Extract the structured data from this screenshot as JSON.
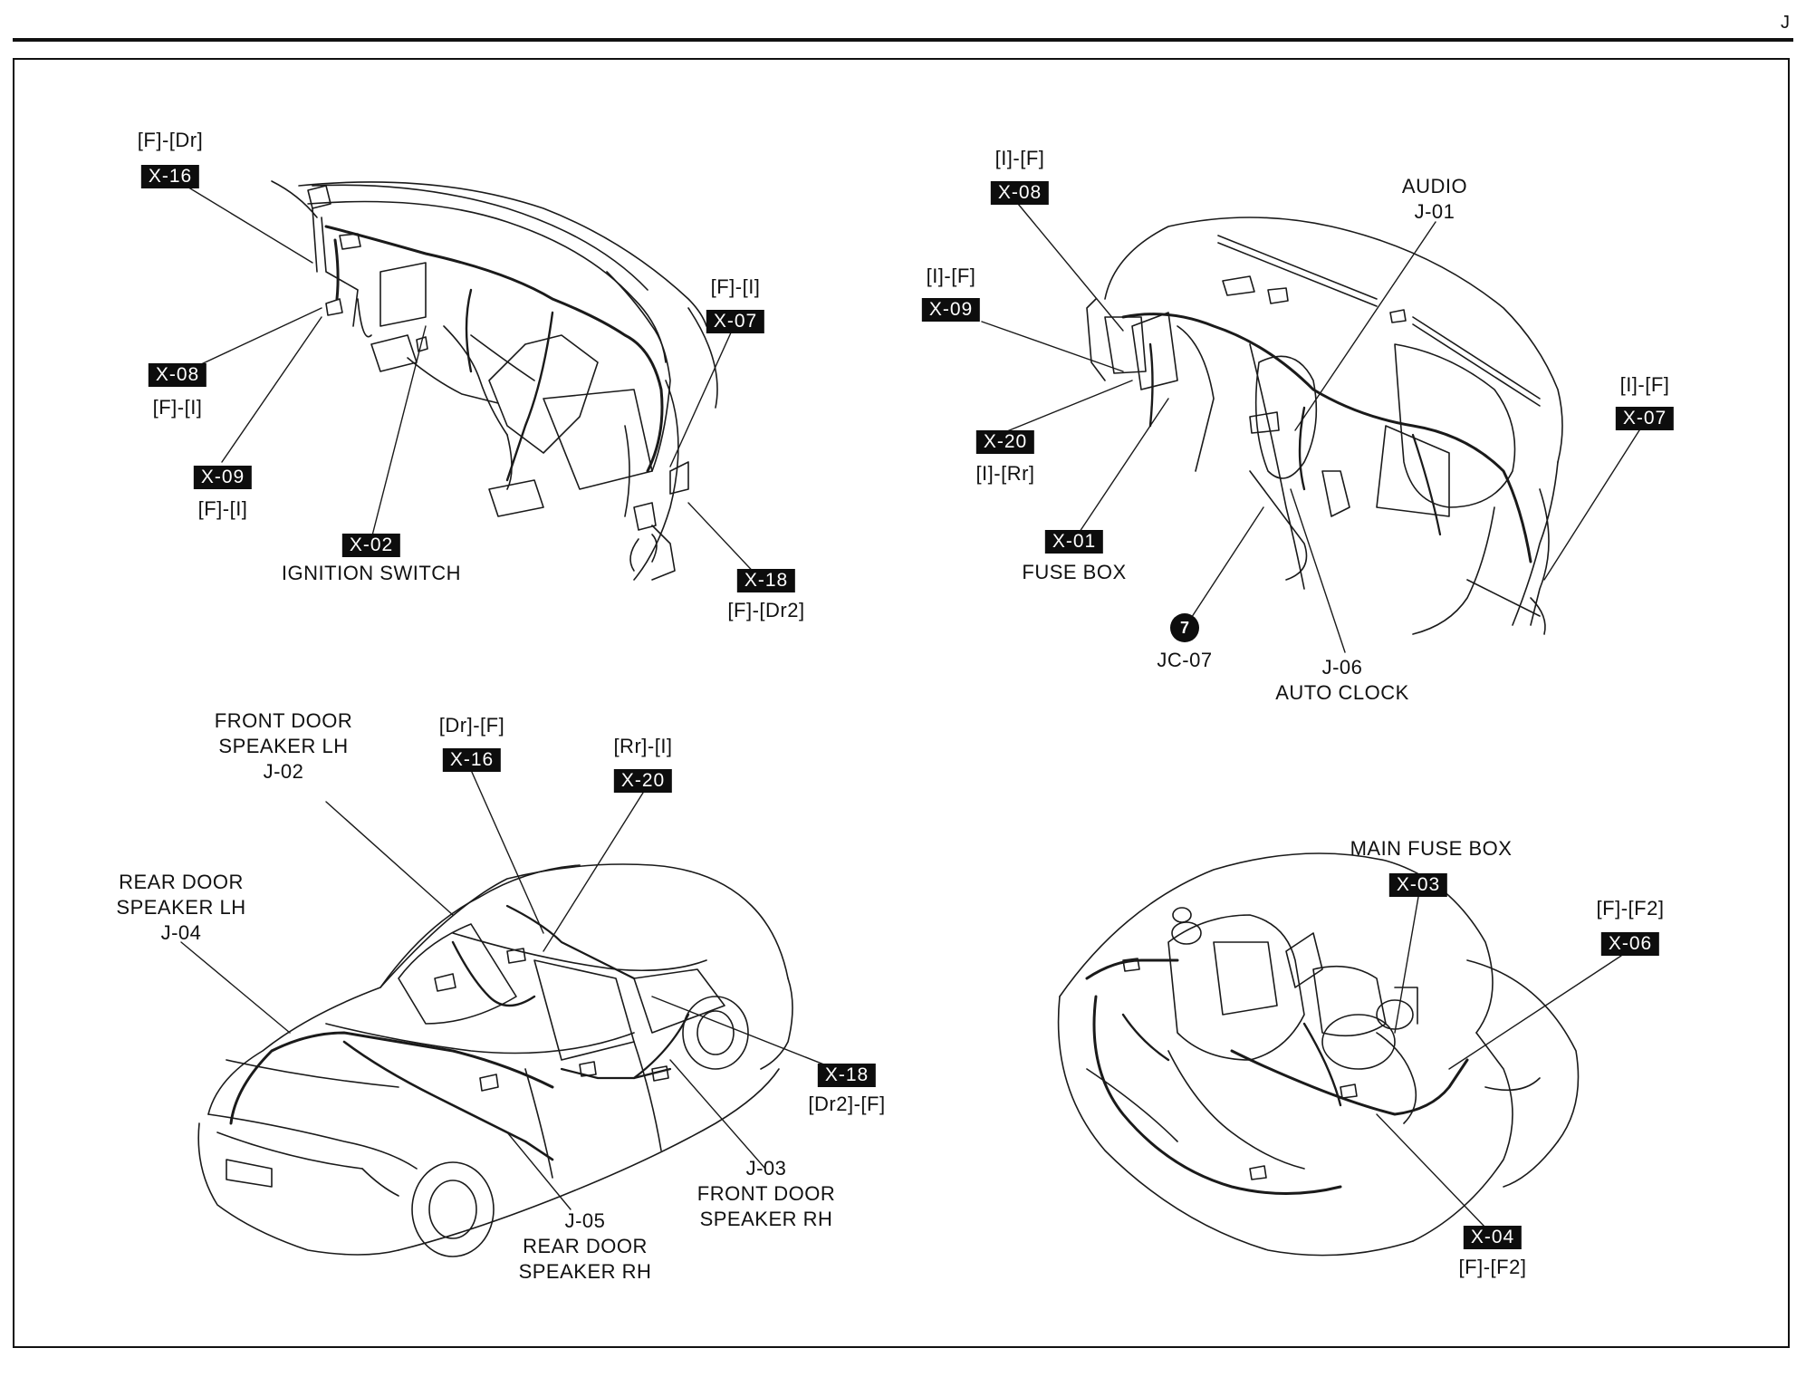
{
  "page_letter": "J",
  "dash": {
    "x16": {
      "code": "X-16",
      "conn": "[F]-[Dr]"
    },
    "x08": {
      "code": "X-08",
      "conn": "[F]-[I]"
    },
    "x09": {
      "code": "X-09",
      "conn": "[F]-[I]"
    },
    "x02": {
      "code": "X-02",
      "name": "IGNITION SWITCH"
    },
    "x07": {
      "code": "X-07",
      "conn": "[F]-[I]"
    },
    "x18": {
      "code": "X-18",
      "conn": "[F]-[Dr2]"
    }
  },
  "panel": {
    "x08": {
      "code": "X-08",
      "conn": "[I]-[F]"
    },
    "x09": {
      "code": "X-09",
      "conn": "[I]-[F]"
    },
    "audio": {
      "name": "AUDIO",
      "code": "J-01"
    },
    "x07": {
      "code": "X-07",
      "conn": "[I]-[F]"
    },
    "x20": {
      "code": "X-20",
      "conn": "[I]-[Rr]"
    },
    "x01": {
      "code": "X-01",
      "name": "FUSE BOX"
    },
    "jc07": {
      "num": "7",
      "code": "JC-07"
    },
    "j06": {
      "code": "J-06",
      "name": "AUTO CLOCK"
    }
  },
  "body": {
    "j02": {
      "line1": "FRONT DOOR",
      "line2": "SPEAKER LH",
      "code": "J-02"
    },
    "x16": {
      "code": "X-16",
      "conn": "[Dr]-[F]"
    },
    "x20": {
      "code": "X-20",
      "conn": "[Rr]-[I]"
    },
    "j04": {
      "line1": "REAR DOOR",
      "line2": "SPEAKER LH",
      "code": "J-04"
    },
    "x18": {
      "code": "X-18",
      "conn": "[Dr2]-[F]"
    },
    "j03": {
      "code": "J-03",
      "line1": "FRONT DOOR",
      "line2": "SPEAKER RH"
    },
    "j05": {
      "code": "J-05",
      "line1": "REAR DOOR",
      "line2": "SPEAKER RH"
    }
  },
  "engine": {
    "main_fuse": {
      "name": "MAIN FUSE BOX",
      "code": "X-03"
    },
    "x06": {
      "code": "X-06",
      "conn": "[F]-[F2]"
    },
    "x04": {
      "code": "X-04",
      "conn": "[F]-[F2]"
    }
  }
}
